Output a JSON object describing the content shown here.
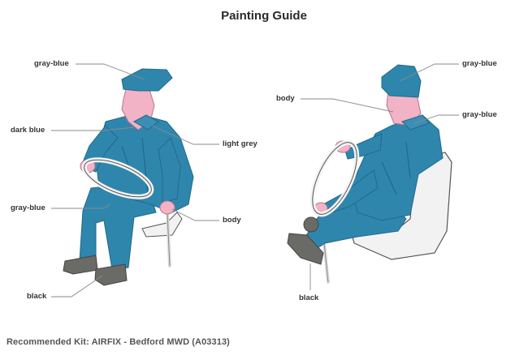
{
  "title": "Painting Guide",
  "footer": "Recommended Kit: AIRFIX - Bedford MWD (A03313)",
  "colors": {
    "uniform": "#2f86ad",
    "uniform_shadow": "#1f6a8c",
    "skin": "#f2b3c6",
    "boots": "#6a6a66",
    "seat": "#f2f2f2",
    "leader": "#8a8a8a"
  },
  "left_figure": {
    "labels": {
      "cap": "gray-blue",
      "tunic": "dark blue",
      "collar": "light grey",
      "trousers": "gray-blue",
      "hand": "body",
      "boots": "black"
    }
  },
  "right_figure": {
    "labels": {
      "cap": "gray-blue",
      "face": "body",
      "collar": "gray-blue",
      "boots": "black"
    }
  }
}
